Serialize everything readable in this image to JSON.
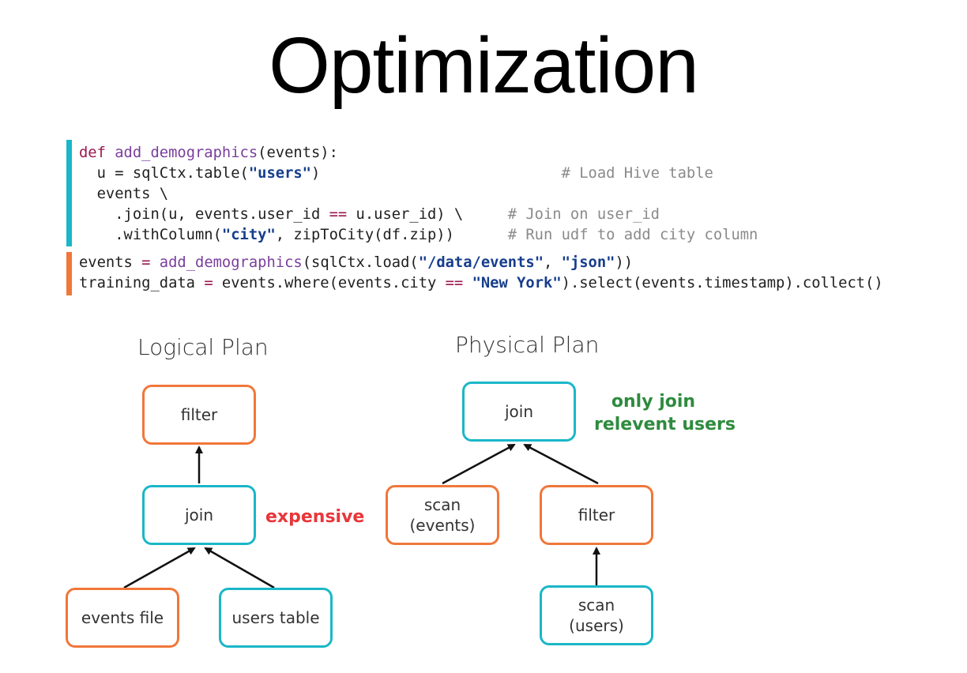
{
  "title": "Optimization",
  "colors": {
    "keyword": "#9b1750",
    "function": "#7a3e9d",
    "string": "#163d8c",
    "comment": "#8a8a8a",
    "bar_teal": "#1ab7c7",
    "bar_orange": "#f0773a",
    "expensive": "#e8363a",
    "note_green": "#2e8b3e"
  },
  "code": {
    "block1": [
      [
        {
          "t": "def ",
          "c": "kw"
        },
        {
          "t": "add_demographics",
          "c": "fn"
        },
        {
          "t": "(events):",
          "c": ""
        }
      ],
      [
        {
          "t": "  u = sqlCtx.table(",
          "c": ""
        },
        {
          "t": "\"users\"",
          "c": "str"
        },
        {
          "t": ")                           ",
          "c": ""
        },
        {
          "t": "# Load Hive table",
          "c": "cm"
        }
      ],
      [
        {
          "t": "  events \\",
          "c": ""
        }
      ],
      [
        {
          "t": "    .join(u, events.user_id ",
          "c": ""
        },
        {
          "t": "==",
          "c": "kw"
        },
        {
          "t": " u.user_id) \\     ",
          "c": ""
        },
        {
          "t": "# Join on user_id",
          "c": "cm"
        }
      ],
      [
        {
          "t": "    .withColumn(",
          "c": ""
        },
        {
          "t": "\"city\"",
          "c": "str"
        },
        {
          "t": ", zipToCity(df.zip))      ",
          "c": ""
        },
        {
          "t": "# Run udf to add city column",
          "c": "cm"
        }
      ]
    ],
    "block2": [
      [
        {
          "t": "events ",
          "c": ""
        },
        {
          "t": "=",
          "c": "kw"
        },
        {
          "t": " ",
          "c": ""
        },
        {
          "t": "add_demographics",
          "c": "fn"
        },
        {
          "t": "(sqlCtx.load(",
          "c": ""
        },
        {
          "t": "\"/data/events\"",
          "c": "str"
        },
        {
          "t": ", ",
          "c": ""
        },
        {
          "t": "\"json\"",
          "c": "str"
        },
        {
          "t": "))",
          "c": ""
        }
      ],
      [
        {
          "t": "training_data ",
          "c": ""
        },
        {
          "t": "=",
          "c": "kw"
        },
        {
          "t": " events.where(events.city ",
          "c": ""
        },
        {
          "t": "==",
          "c": "kw"
        },
        {
          "t": " ",
          "c": ""
        },
        {
          "t": "\"New York\"",
          "c": "str"
        },
        {
          "t": ").select(events.timestamp).collect()",
          "c": ""
        }
      ]
    ]
  },
  "logical_plan": {
    "title": "Logical Plan",
    "nodes": {
      "filter": "filter",
      "join": "join",
      "events_file": "events file",
      "users_table": "users table"
    },
    "annotation": "expensive"
  },
  "physical_plan": {
    "title": "Physical Plan",
    "nodes": {
      "join": "join",
      "scan_events_l1": "scan",
      "scan_events_l2": "(events)",
      "filter": "filter",
      "scan_users_l1": "scan",
      "scan_users_l2": "(users)"
    },
    "annotation_l1": "only join",
    "annotation_l2": "relevent users"
  }
}
